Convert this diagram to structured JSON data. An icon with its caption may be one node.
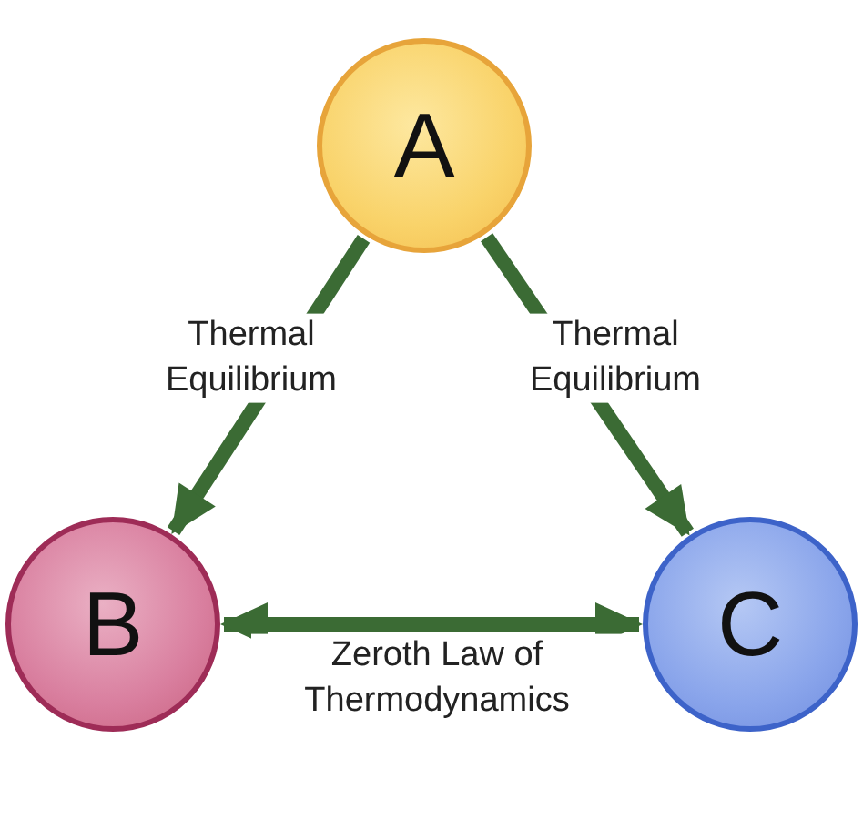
{
  "diagram": {
    "nodes": [
      {
        "text": [
          "A"
        ]
      },
      {
        "text": [
          "B"
        ]
      },
      {
        "text": [
          "C"
        ]
      }
    ],
    "edges": [
      {
        "from": 0,
        "to": 1,
        "arrow": "to",
        "label": "Thermal Equilibrium"
      },
      {
        "from": 0,
        "to": 2,
        "arrow": "to",
        "label": "Thermal Equilibrium"
      },
      {
        "from": 1,
        "to": 2,
        "arrow": "both",
        "label": "Zeroth Law of Thermodynamics"
      }
    ]
  }
}
